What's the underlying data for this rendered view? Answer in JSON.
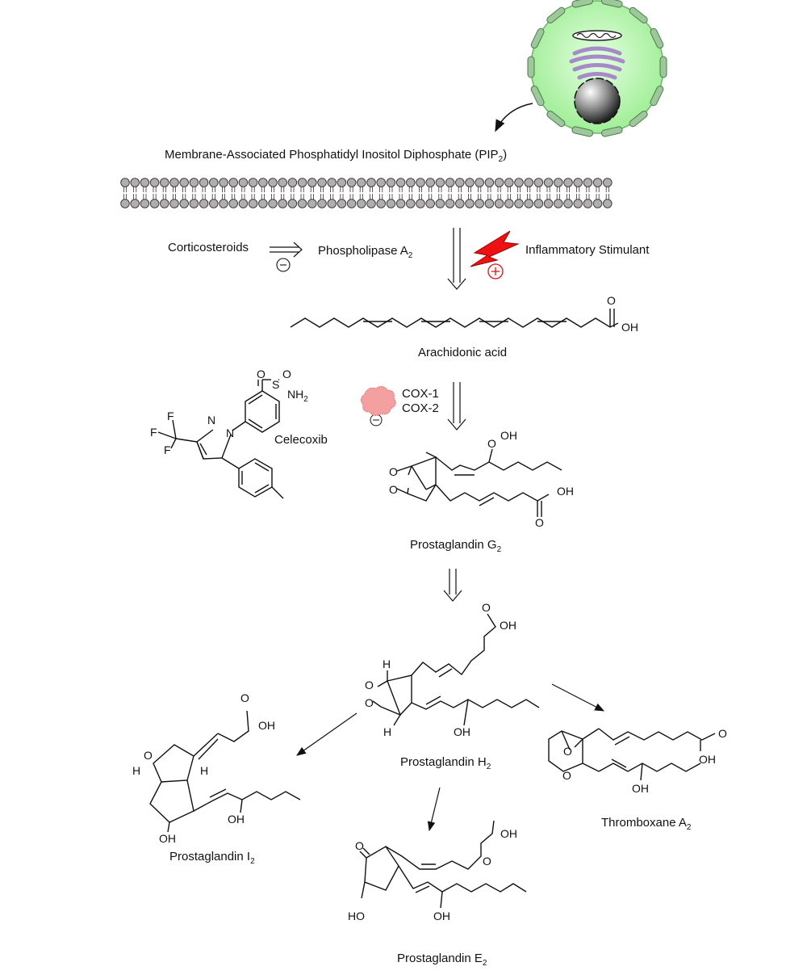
{
  "title": {
    "main": "Membrane-Associated Phosphatidyl Inositol Diphosphate (PIP",
    "sub": "2",
    "close": ")"
  },
  "labels": {
    "corticosteroids": "Corticosteroids",
    "phospholipase_main": "Phospholipase A",
    "phospholipase_sub": "2",
    "inflammatory": "Inflammatory Stimulant",
    "arachidonic": "Arachidonic acid",
    "cox1": "COX-1",
    "cox2": "COX-2",
    "celecoxib": "Celecoxib",
    "pgg2_main": "Prostaglandin G",
    "pgg2_sub": "2",
    "pgh2_main": "Prostaglandin H",
    "pgh2_sub": "2",
    "pgi2_main": "Prostaglandin I",
    "pgi2_sub": "2",
    "pge2_main": "Prostaglandin E",
    "pge2_sub": "2",
    "txa2_main": "Thromboxane A",
    "txa2_sub": "2"
  },
  "signs": {
    "minus": "⊖",
    "plus": "+"
  },
  "atoms": {
    "oh": "OH",
    "o": "O",
    "h": "H",
    "n": "N",
    "s": "S",
    "nh2": "NH",
    "two": "2",
    "f": "F",
    "ho": "HO",
    "ooh": "O",
    "ooh2": "OH"
  },
  "colors": {
    "cell_fill": "#b8f5b0",
    "membrane_green": "#9cc89a",
    "golgi": "#a58cc8",
    "lipid_head": "#b3aeae",
    "lightning": "#ee1111",
    "enzyme": "#f4a0a0"
  }
}
